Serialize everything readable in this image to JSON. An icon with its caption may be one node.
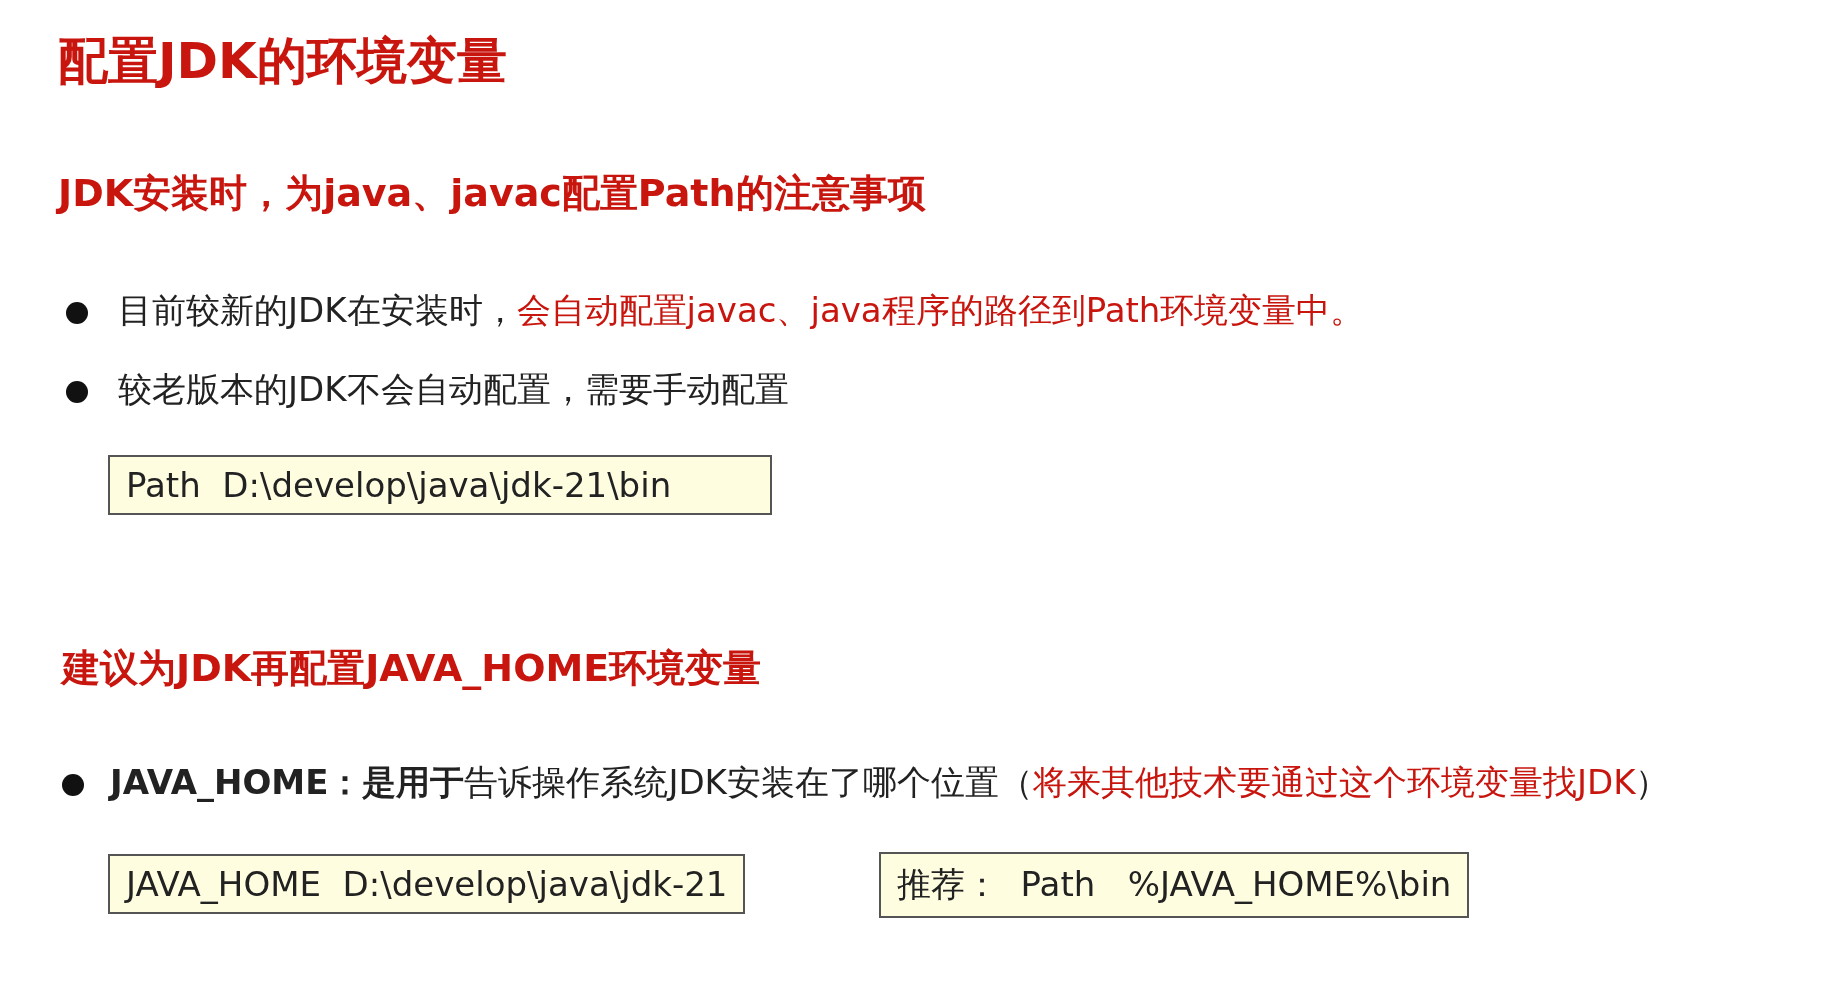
{
  "diagram": {
    "title": "配置JDK的环境变量",
    "nodes": [
      {
        "text": [
          "Path  D:\\develop\\java\\jdk-21\\bin"
        ]
      },
      {
        "text": [
          "JAVA_HOME  D:\\develop\\java\\jdk-21"
        ]
      },
      {
        "text": [
          "推荐：  Path   %JAVA_HOME%\\bin"
        ]
      }
    ],
    "labels": [
      "JDK安装时，为java、javac配置Path的注意事项",
      "目前较新的JDK在安装时，",
      "会自动配置javac、java程序的路径到Path环境变量中。",
      "较老版本的JDK不会自动配置，需要手动配置",
      "建议为JDK再配置JAVA_HOME环境变量",
      "**JAVA_HOME：是用于**告诉操作系统JDK安装在了哪个位置（",
      "将来其他技术要通过这个环境变量找JDK",
      "）"
    ]
  }
}
